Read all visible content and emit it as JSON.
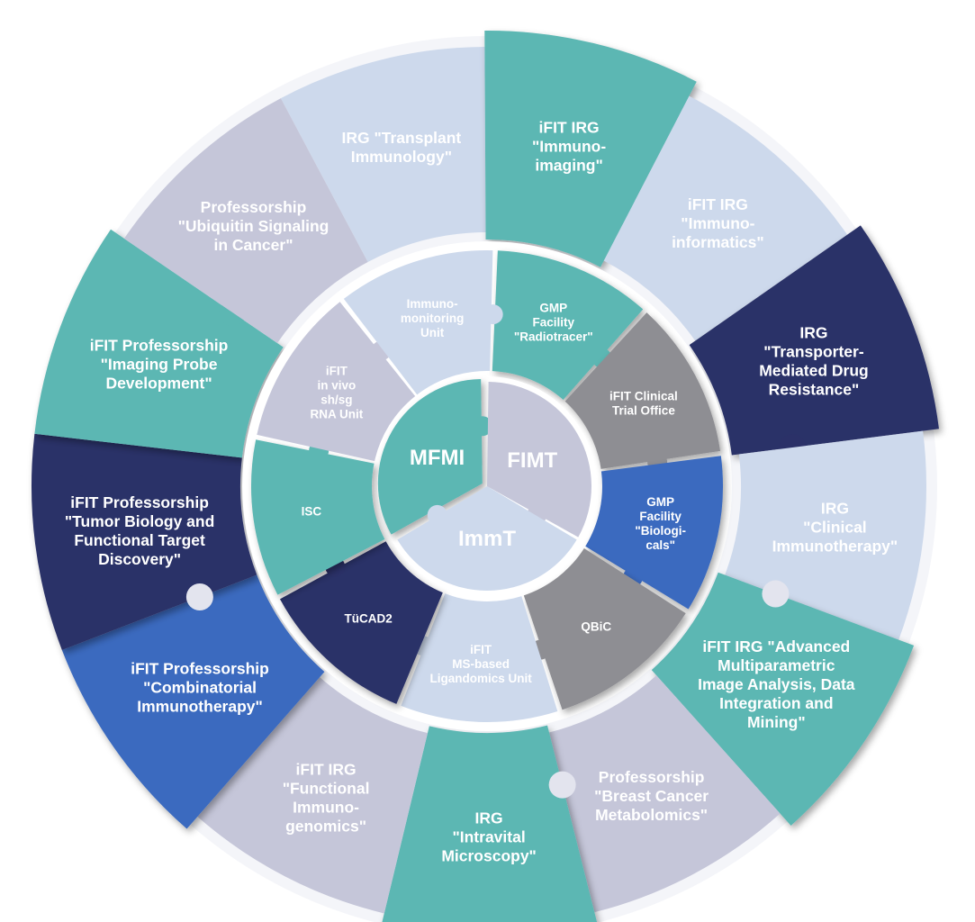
{
  "colors": {
    "teal": "#5cb7b3",
    "navy": "#2b3168",
    "blue": "#3b6abf",
    "light_blue": "#cdd9ec",
    "lavender": "#c5c6d9",
    "gray": "#8e8e93"
  },
  "outer_ring": [
    {
      "lines": [
        "IRG \"Transplant",
        "Immunology\""
      ],
      "color": "light_blue",
      "tab": "none"
    },
    {
      "lines": [
        "iFIT IRG",
        "\"Immuno-",
        "imaging\""
      ],
      "color": "teal",
      "tab": "knob"
    },
    {
      "lines": [
        "iFIT IRG",
        "\"Immuno-",
        "informatics\""
      ],
      "color": "light_blue",
      "tab": "none"
    },
    {
      "lines": [
        "IRG",
        "\"Transporter-",
        "Mediated Drug",
        "Resistance\""
      ],
      "color": "navy",
      "tab": "knob"
    },
    {
      "lines": [
        "IRG",
        "\"Clinical",
        "Immunotherapy\""
      ],
      "color": "light_blue",
      "tab": "none"
    },
    {
      "lines": [
        "iFIT IRG \"Advanced",
        "Multiparametric",
        "Image Analysis, Data",
        "Integration and",
        "Mining\""
      ],
      "color": "teal",
      "tab": "socket"
    },
    {
      "lines": [
        "Professorship",
        "\"Breast Cancer",
        "Metabolomics\""
      ],
      "color": "lavender",
      "tab": "none"
    },
    {
      "lines": [
        "IRG",
        "\"Intravital",
        "Microscopy\""
      ],
      "color": "teal",
      "tab": "socket"
    },
    {
      "lines": [
        "iFIT IRG",
        "\"Functional",
        "Immuno-",
        "genomics\""
      ],
      "color": "lavender",
      "tab": "none"
    },
    {
      "lines": [
        "iFIT Professorship",
        "\"Combinatorial",
        "Immunotherapy\""
      ],
      "color": "blue",
      "tab": "knob"
    },
    {
      "lines": [
        "iFIT Professorship",
        "\"Tumor Biology and",
        "Functional Target",
        "Discovery\""
      ],
      "color": "navy",
      "tab": "socket"
    },
    {
      "lines": [
        "iFIT Professorship",
        "\"Imaging Probe",
        "Development\""
      ],
      "color": "teal",
      "tab": "knob"
    },
    {
      "lines": [
        "Professorship",
        "\"Ubiquitin Signaling",
        "in Cancer\""
      ],
      "color": "lavender",
      "tab": "none"
    }
  ],
  "inner_ring": [
    {
      "lines": [
        "GMP",
        "Facility",
        "\"Radiotracer\""
      ],
      "color": "teal"
    },
    {
      "lines": [
        "iFIT Clinical",
        "Trial Office"
      ],
      "color": "gray"
    },
    {
      "lines": [
        "GMP",
        "Facility",
        "\"Biologi-",
        "cals\""
      ],
      "color": "blue"
    },
    {
      "lines": [
        "QBiC"
      ],
      "color": "gray"
    },
    {
      "lines": [
        "iFIT",
        "MS-based",
        "Ligandomics Unit"
      ],
      "color": "light_blue"
    },
    {
      "lines": [
        "TüCAD2"
      ],
      "color": "navy"
    },
    {
      "lines": [
        "ISC"
      ],
      "color": "teal"
    },
    {
      "lines": [
        "iFIT",
        "in vivo",
        "sh/sg",
        "RNA Unit"
      ],
      "color": "lavender"
    },
    {
      "lines": [
        "Immuno-",
        "monitoring",
        "Unit"
      ],
      "color": "light_blue"
    }
  ],
  "core": [
    {
      "label": "MFMI",
      "color": "teal"
    },
    {
      "label": "FIMT",
      "color": "lavender"
    },
    {
      "label": "ImmT",
      "color": "light_blue"
    }
  ]
}
